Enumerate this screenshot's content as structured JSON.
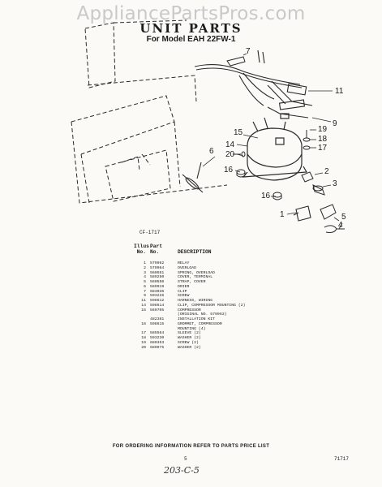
{
  "watermark": "AppliancePartsPros.com",
  "title": "UNIT PARTS",
  "subtitle": "For Model EAH 22FW-1",
  "figure_code": "CF-1717",
  "callouts": [
    "7",
    "11",
    "9",
    "15",
    "14",
    "20",
    "6",
    "16",
    "19",
    "18",
    "17",
    "2",
    "3",
    "16",
    "1",
    "4",
    "5"
  ],
  "table": {
    "header_no_1": "Illus.",
    "header_part_1": "Part",
    "header_no_2": "No.",
    "header_part_2": "No.",
    "header_desc": "DESCRIPTION",
    "rows": [
      {
        "no": "1",
        "part": "579962",
        "desc": "RELAY"
      },
      {
        "no": "2",
        "part": "579964",
        "desc": "OVERLOAD"
      },
      {
        "no": "3",
        "part": "560551",
        "desc": "SPRING, OVERLOAD"
      },
      {
        "no": "4",
        "part": "589250",
        "desc": "COVER, TERMINAL"
      },
      {
        "no": "5",
        "part": "560550",
        "desc": "STRAP, COVER"
      },
      {
        "no": "6",
        "part": "589919",
        "desc": "DRIER"
      },
      {
        "no": "7",
        "part": "683036",
        "desc": "CLIP"
      },
      {
        "no": "9",
        "part": "593226",
        "desc": "SCREW"
      },
      {
        "no": "11",
        "part": "598612",
        "desc": "HARNESS, WIRING"
      },
      {
        "no": "14",
        "part": "598614",
        "desc": "CLIP, COMPRESSOR MOUNTING (2)"
      },
      {
        "no": "15",
        "part": "569705",
        "desc": "COMPRESSOR"
      },
      {
        "no": "",
        "part": "",
        "desc": "(ORIGINAL NO. 579963)"
      },
      {
        "no": "",
        "part": "482381",
        "desc": "INSTALLATION KIT"
      },
      {
        "no": "16",
        "part": "598615",
        "desc": "GROMMET, COMPRESSOR"
      },
      {
        "no": "",
        "part": "",
        "desc": "MOUNTING (4)"
      },
      {
        "no": "17",
        "part": "585564",
        "desc": "SLEEVE (2)"
      },
      {
        "no": "18",
        "part": "593230",
        "desc": "WASHER (2)"
      },
      {
        "no": "19",
        "part": "680353",
        "desc": "SCREW (2)"
      },
      {
        "no": "20",
        "part": "680975",
        "desc": "WASHER (2)"
      }
    ]
  },
  "footer": "FOR ORDERING INFORMATION REFER TO PARTS PRICE LIST",
  "page_number": "5",
  "doc_code": "71717",
  "handwritten": "203-C-5"
}
